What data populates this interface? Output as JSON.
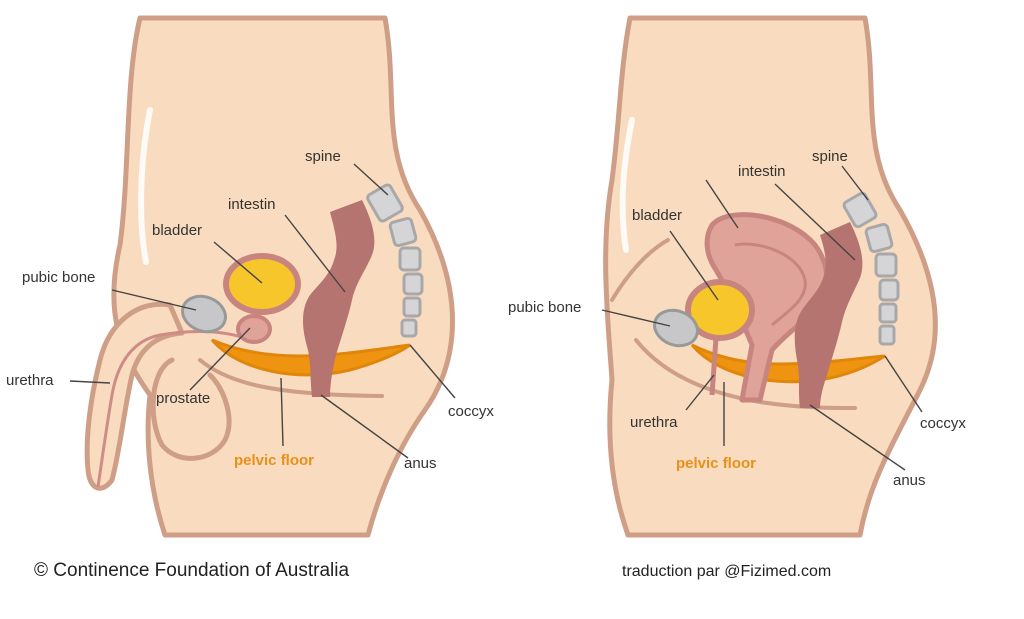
{
  "colors": {
    "skin": "#f9dcbf",
    "outline": "#cf9e87",
    "bladder": "#f7c62a",
    "bone": "#c7c7c9",
    "muscle": "#ef9410",
    "intestine": "#b5746f",
    "pelvic_floor_label": "#e8901a"
  },
  "male": {
    "labels": {
      "spine": "spine",
      "intestin": "intestin",
      "bladder": "bladder",
      "pubic_bone": "pubic bone",
      "urethra": "urethra",
      "prostate": "prostate",
      "pelvic_floor": "pelvic floor",
      "coccyx": "coccyx",
      "anus": "anus"
    }
  },
  "female": {
    "labels": {
      "spine": "spine",
      "intestin": "intestin",
      "bladder": "bladder",
      "pubic_bone": "pubic bone",
      "urethra": "urethra",
      "pelvic_floor": "pelvic floor",
      "coccyx": "coccyx",
      "anus": "anus"
    }
  },
  "footer": {
    "copyright": "© Continence Foundation of Australia",
    "translation": "traduction par @Fizimed.com"
  }
}
